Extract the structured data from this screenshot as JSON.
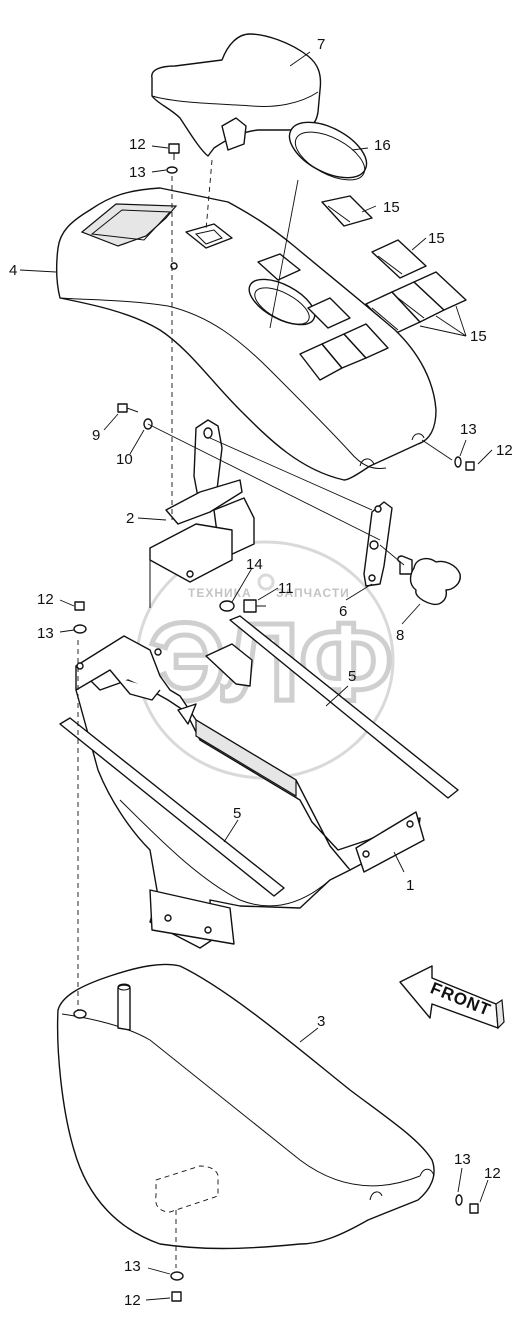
{
  "watermark": {
    "top_text": "ТЕХНИКА",
    "right_text": "ЗАПЧАСТИ",
    "big_text": "ЭЛФ"
  },
  "front_arrow_label": "FRONT",
  "callouts": [
    {
      "id": "c7",
      "label": "7"
    },
    {
      "id": "c12a",
      "label": "12"
    },
    {
      "id": "c13a",
      "label": "13"
    },
    {
      "id": "c16",
      "label": "16"
    },
    {
      "id": "c15a",
      "label": "15"
    },
    {
      "id": "c15b",
      "label": "15"
    },
    {
      "id": "c4",
      "label": "4"
    },
    {
      "id": "c15c",
      "label": "15"
    },
    {
      "id": "c9",
      "label": "9"
    },
    {
      "id": "c10",
      "label": "10"
    },
    {
      "id": "c13b",
      "label": "13"
    },
    {
      "id": "c12b",
      "label": "12"
    },
    {
      "id": "c2",
      "label": "2"
    },
    {
      "id": "c14",
      "label": "14"
    },
    {
      "id": "c11",
      "label": "11"
    },
    {
      "id": "c12c",
      "label": "12"
    },
    {
      "id": "c13c",
      "label": "13"
    },
    {
      "id": "c6",
      "label": "6"
    },
    {
      "id": "c8",
      "label": "8"
    },
    {
      "id": "c5a",
      "label": "5"
    },
    {
      "id": "c5b",
      "label": "5"
    },
    {
      "id": "c1",
      "label": "1"
    },
    {
      "id": "c3",
      "label": "3"
    },
    {
      "id": "c13d",
      "label": "13"
    },
    {
      "id": "c12d",
      "label": "12"
    },
    {
      "id": "c13e",
      "label": "13"
    },
    {
      "id": "c12e",
      "label": "12"
    }
  ]
}
